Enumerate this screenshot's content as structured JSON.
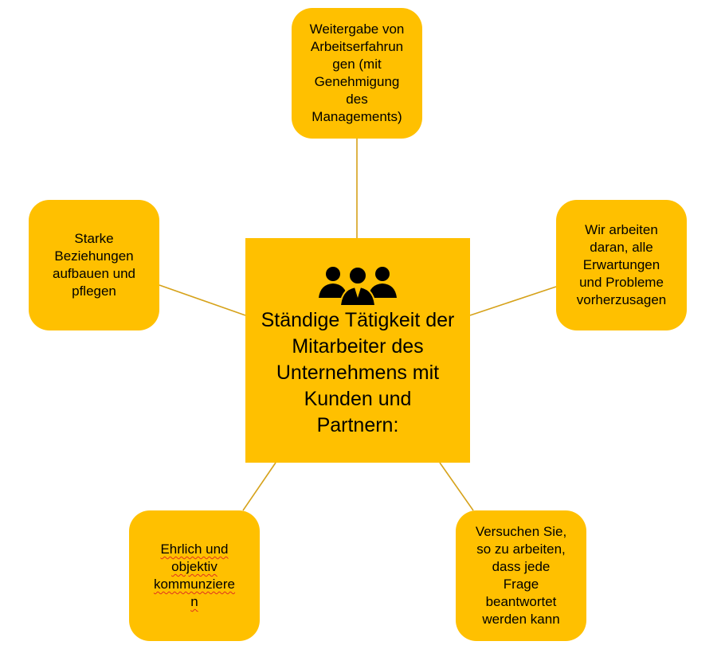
{
  "center": {
    "icon": "people-group-icon",
    "title": "Ständige Tätigkeit der\nMitarbeiter des\nUnternehmens mit\nKunden und\nPartnern:"
  },
  "nodes": {
    "top": "Weitergabe von\nArbeitserfahrun\ngen (mit\nGenehmigung\ndes\nManagements)",
    "left": "Starke\nBeziehungen\naufbauen und\npflegen",
    "right": "Wir arbeiten\ndaran, alle\nErwartungen\nund Probleme\nvorherzusagen",
    "bottom_left": "Ehrlich und\nobjektiv\nkommunziere\nn",
    "bottom_right": "Versuchen Sie,\nso zu arbeiten,\ndass jede\nFrage\nbeantwortet\nwerden kann"
  },
  "colors": {
    "box_fill": "#FFC000",
    "connector": "#d6a21a",
    "spellcheck_underline": "#e03020"
  }
}
